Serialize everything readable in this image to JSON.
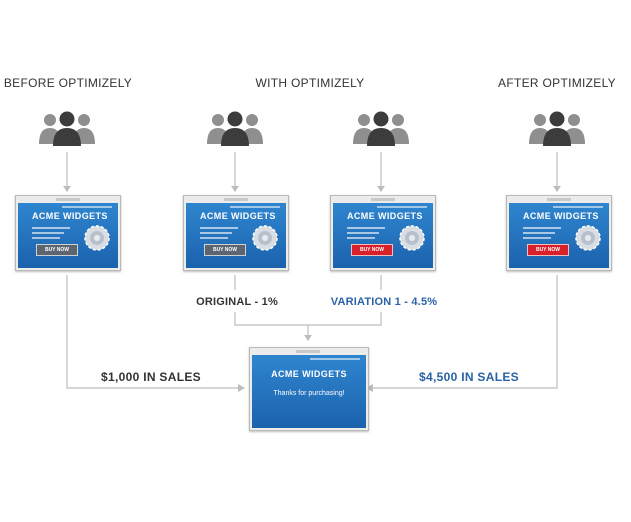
{
  "headings": {
    "before": "BEFORE OPTIMIZELY",
    "with": "WITH OPTIMIZELY",
    "after": "AFTER OPTIMIZELY"
  },
  "pages": {
    "before": {
      "brand": "ACME WIDGETS",
      "button": "BUY NOW",
      "button_color": "#5d6570"
    },
    "original": {
      "brand": "ACME WIDGETS",
      "button": "BUY NOW",
      "button_color": "#5d6570"
    },
    "variation": {
      "brand": "ACME WIDGETS",
      "button": "BUY NOW",
      "button_color": "#d8202a"
    },
    "after": {
      "brand": "ACME WIDGETS",
      "button": "BUY NOW",
      "button_color": "#d8202a"
    },
    "result": {
      "brand": "ACME WIDGETS",
      "message": "Thanks for purchasing!"
    }
  },
  "stats": {
    "original": "ORIGINAL - 1%",
    "variation": "VARIATION 1 - 4.5%"
  },
  "sales": {
    "before": "$1,000 IN SALES",
    "after": "$4,500 IN SALES"
  },
  "colors": {
    "screen_blue": "#1b62ad",
    "accent_blue": "#2a63a6",
    "people_gray": "#8f8f8f",
    "people_dark": "#3c3c3c",
    "arrow": "#bdbdbd"
  }
}
